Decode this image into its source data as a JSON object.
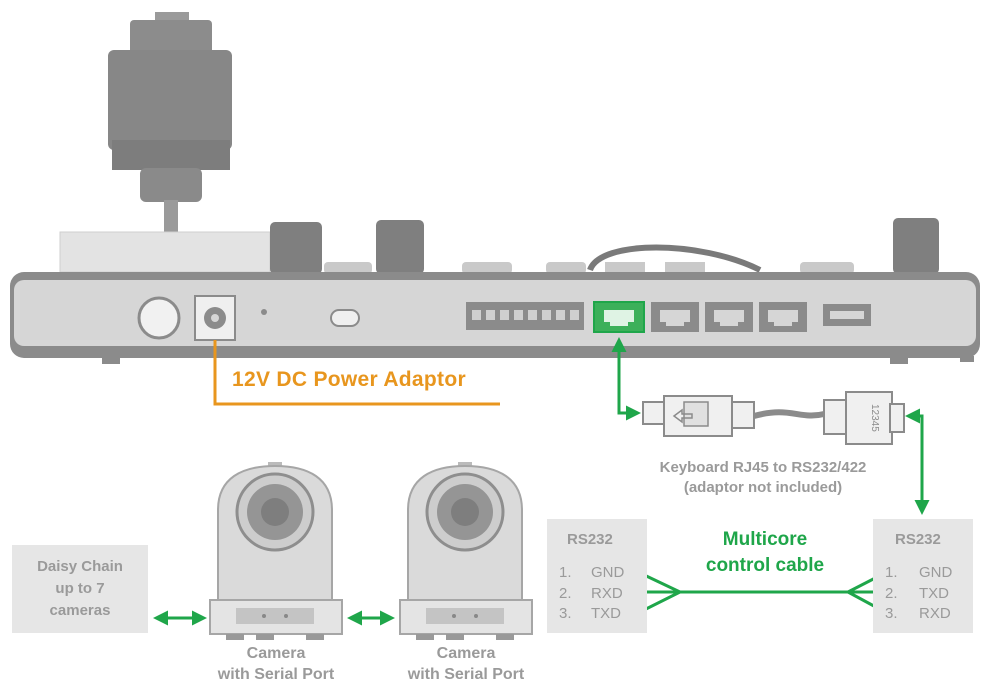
{
  "labels": {
    "power": "12V DC Power Adaptor",
    "adaptor_line1": "Keyboard RJ45 to RS232/422",
    "adaptor_line2": "(adaptor not included)",
    "cable_line1": "Multicore",
    "cable_line2": "control cable",
    "daisy_line1": "Daisy Chain",
    "daisy_line2": "up to 7",
    "daisy_line3": "cameras",
    "camera1_line1": "Camera",
    "camera1_line2": "with Serial Port",
    "camera2_line1": "Camera",
    "camera2_line2": "with Serial Port",
    "adaptor_pins": "12345"
  },
  "rs232_left": {
    "title": "RS232",
    "pins": [
      {
        "num": "1.",
        "name": "GND"
      },
      {
        "num": "2.",
        "name": "RXD"
      },
      {
        "num": "3.",
        "name": "TXD"
      }
    ]
  },
  "rs232_right": {
    "title": "RS232",
    "pins": [
      {
        "num": "1.",
        "name": "GND"
      },
      {
        "num": "2.",
        "name": "TXD"
      },
      {
        "num": "3.",
        "name": "RXD"
      }
    ]
  },
  "colors": {
    "power": "#e8961e",
    "control": "#1fa64a",
    "device_gray": "#8a8a8a",
    "device_light": "#dcdcdc"
  }
}
